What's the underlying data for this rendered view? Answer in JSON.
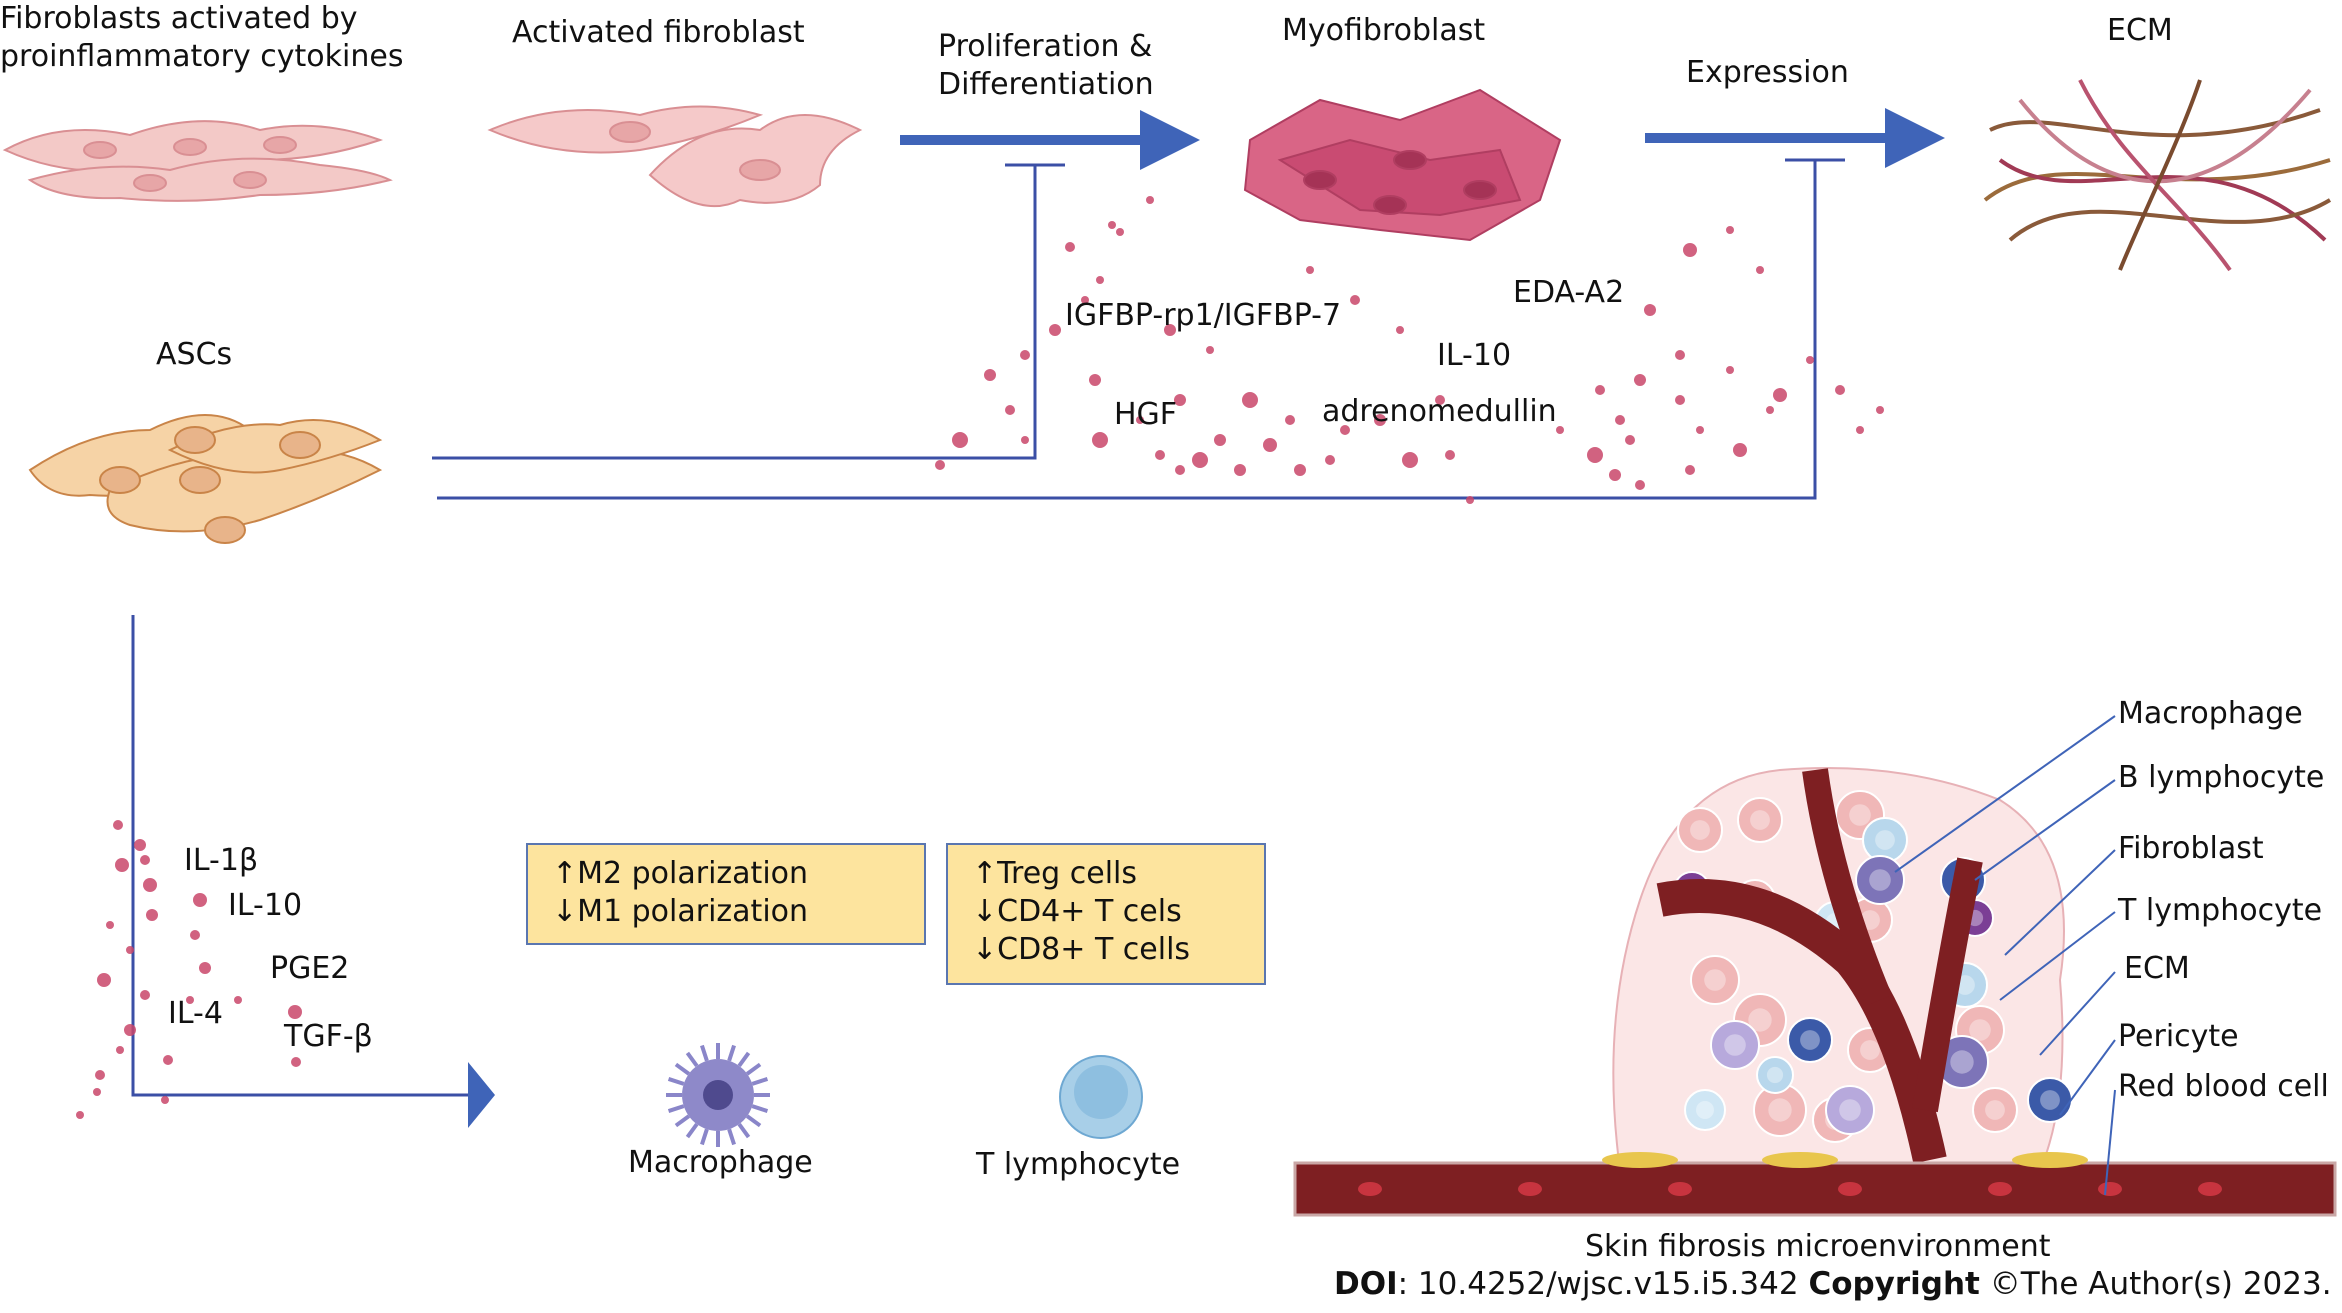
{
  "labels": {
    "fibro_cytokines_1": "Fibroblasts activated by",
    "fibro_cytokines_2": "proinflammatory cytokines",
    "activated_fibroblast": "Activated fibroblast",
    "prolif_1": "Proliferation &",
    "prolif_2": "Differentiation",
    "myofibroblast": "Myofibroblast",
    "expression": "Expression",
    "ecm_top": "ECM",
    "ascs": "ASCs",
    "igfbp": "IGFBP-rp1/IGFBP-7",
    "eda": "EDA-A2",
    "il10_top": "IL-10",
    "hgf": "HGF",
    "adrenomedullin": "adrenomedullin",
    "il1b": "IL-1β",
    "il10_left": "IL-10",
    "pge2": "PGE2",
    "il4": "IL-4",
    "tgfb": "TGF-β",
    "macrophage_bottom": "Macrophage",
    "t_lymph_bottom": "T lymphocyte",
    "skin_micro": "Skin fibrosis microenvironment"
  },
  "box_m": [
    "↑M2 polarization",
    "↓M1 polarization"
  ],
  "box_t": [
    "↑Treg cells",
    "↓CD4+ T cels",
    "↓CD8+ T cells"
  ],
  "legend": [
    "Macrophage",
    "B lymphocyte",
    "Fibroblast",
    "T lymphocyte",
    "ECM",
    "Pericyte",
    "Red blood cell"
  ],
  "footer": {
    "doi_label": "DOI",
    "doi_value": ": 10.4252/wjsc.v15.i5.342 ",
    "copyright_label": "Copyright",
    "copyright_value": " ©The Author(s) 2023."
  },
  "colors": {
    "arrow": "#3f64b8",
    "line": "#3b4fa6",
    "dot": "#c9466a",
    "fibroblast": "#f2c4c2",
    "asc": "#f6d3a6",
    "myo": "#d65a7e",
    "box": "#fde49e",
    "vessel": "#7e1f22"
  }
}
